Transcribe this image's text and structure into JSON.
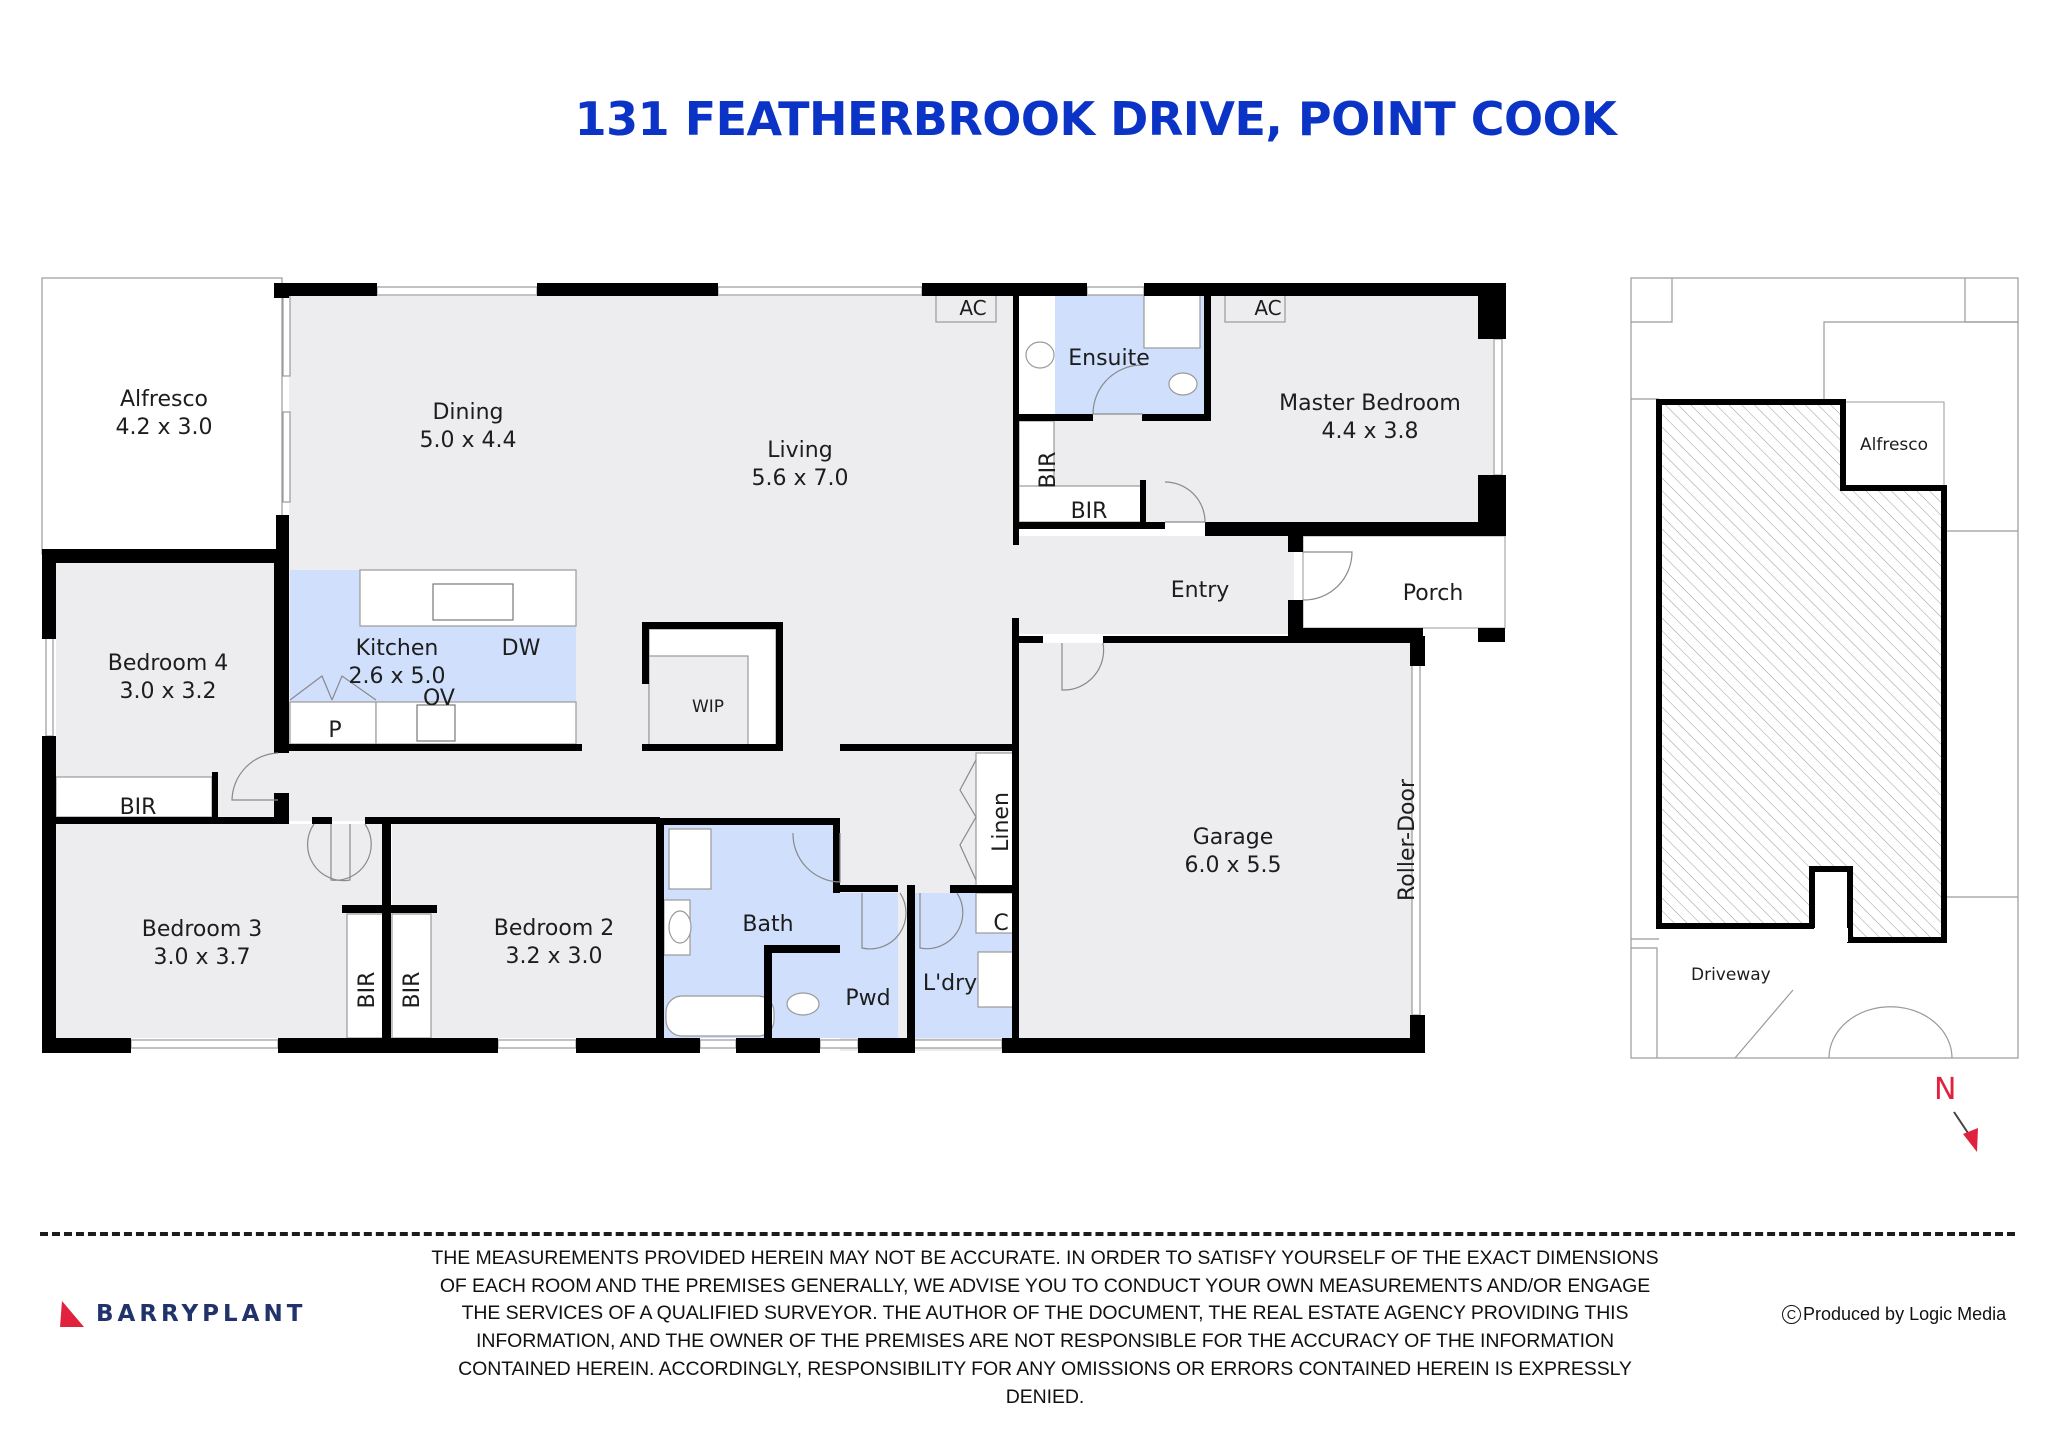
{
  "title": "131 FEATHERBROOK DRIVE, POINT COOK",
  "colors": {
    "title": "#0b33c6",
    "wall": "#000000",
    "floor": "#ededef",
    "wet_area": "#cfdffc",
    "outdoor": "#ffffff",
    "north_arrow": "#e0223f",
    "brand_red": "#e0223f",
    "brand_navy": "#22336b"
  },
  "rooms": {
    "alfresco": {
      "name": "Alfresco",
      "size": "4.2 x 3.0"
    },
    "dining": {
      "name": "Dining",
      "size": "5.0 x 4.4"
    },
    "living": {
      "name": "Living",
      "size": "5.6 x 7.0"
    },
    "kitchen": {
      "name": "Kitchen",
      "size": "2.6 x 5.0"
    },
    "bedroom4": {
      "name": "Bedroom 4",
      "size": "3.0 x 3.2"
    },
    "bedroom3": {
      "name": "Bedroom 3",
      "size": "3.0 x 3.7"
    },
    "bedroom2": {
      "name": "Bedroom 2",
      "size": "3.2 x 3.0"
    },
    "master": {
      "name": "Master Bedroom",
      "size": "4.4 x 3.8"
    },
    "garage": {
      "name": "Garage",
      "size": "6.0 x 5.5"
    },
    "ensuite": {
      "name": "Ensuite"
    },
    "entry": {
      "name": "Entry"
    },
    "porch": {
      "name": "Porch"
    },
    "bath": {
      "name": "Bath"
    },
    "pwd": {
      "name": "Pwd"
    },
    "laundry": {
      "name": "L'dry"
    },
    "wip": {
      "name": "WIP"
    },
    "linen": {
      "name": "Linen"
    }
  },
  "fixtures": {
    "ac": "AC",
    "bir": "BIR",
    "dw": "DW",
    "ov": "OV",
    "pantry": "P",
    "cupboard": "C",
    "roller_door": "Roller-Door"
  },
  "site_plan": {
    "alfresco": "Alfresco",
    "driveway": "Driveway"
  },
  "north": "N",
  "disclaimer": [
    "THE MEASUREMENTS PROVIDED HEREIN MAY NOT BE ACCURATE. IN ORDER TO SATISFY YOURSELF OF THE EXACT DIMENSIONS",
    "OF EACH ROOM AND THE PREMISES GENERALLY, WE ADVISE YOU TO CONDUCT YOUR OWN MEASUREMENTS AND/OR ENGAGE",
    "THE SERVICES OF A QUALIFIED SURVEYOR. THE AUTHOR OF THE DOCUMENT, THE REAL ESTATE AGENCY PROVIDING THIS",
    "INFORMATION, AND THE OWNER OF THE PREMISES ARE NOT RESPONSIBLE FOR THE ACCURACY OF THE INFORMATION",
    "CONTAINED HEREIN. ACCORDINGLY, RESPONSIBILITY FOR ANY OMISSIONS OR ERRORS CONTAINED HEREIN IS EXPRESSLY",
    "DENIED."
  ],
  "brand": {
    "logo_text": "BARRYPLANT"
  },
  "credit": {
    "symbol": "C",
    "text": "Produced by Logic Media"
  }
}
